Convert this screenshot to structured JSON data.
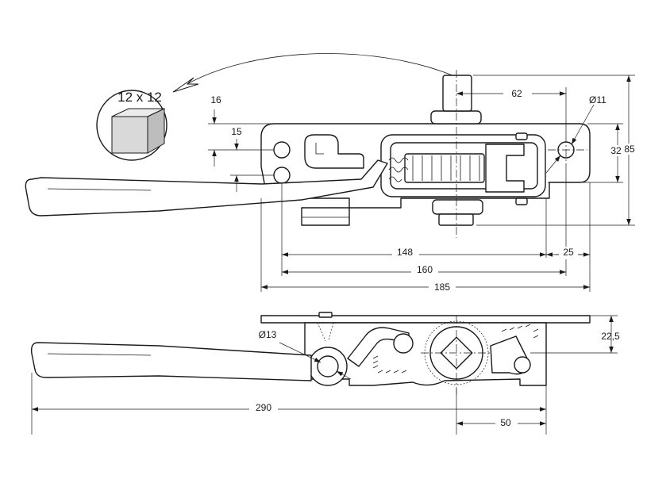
{
  "callout": {
    "section_label": "12 x 12",
    "colors": {
      "cube_front": "#d9d9d9",
      "cube_top": "#ececec",
      "cube_side": "#bdbdbd"
    }
  },
  "dimensions": {
    "d62": "62",
    "d11": "Ø11",
    "d16": "16",
    "d15": "15",
    "d32": "32",
    "d85": "85",
    "d148": "148",
    "d25": "25",
    "d160": "160",
    "d185": "185",
    "d13": "Ø13",
    "d22_5": "22,5",
    "d290": "290",
    "d50": "50"
  },
  "colors": {
    "ink": "#1a1a1a",
    "background": "#ffffff"
  }
}
